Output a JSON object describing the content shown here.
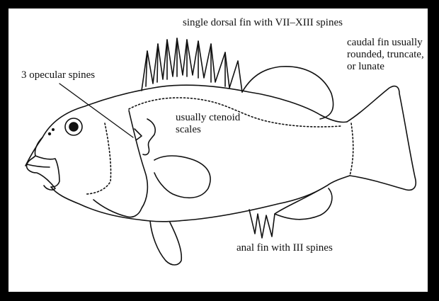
{
  "labels": {
    "dorsal": "single dorsal fin with VII–XIII spines",
    "caudal": [
      "caudal fin usually",
      "rounded, truncate,",
      "or lunate"
    ],
    "opercular": "3 opecular spines",
    "scales": [
      "usually ctenoid",
      "scales"
    ],
    "anal": "anal fin with III spines"
  }
}
